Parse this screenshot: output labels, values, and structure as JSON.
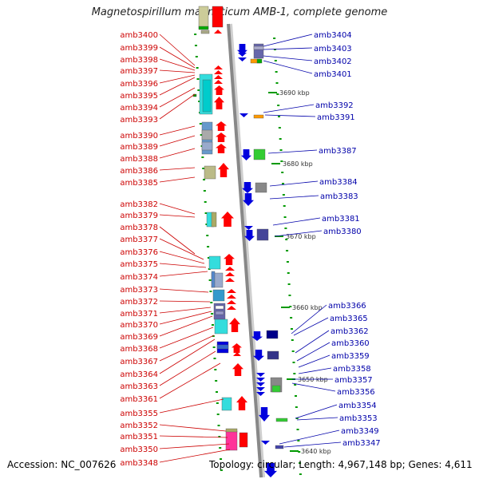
{
  "title": "Magnetospirillum magneticum AMB-1, complete genome",
  "accession": "Accession: NC_007626",
  "topology": "Topology: circular; Length: 4,967,148 bp; Genes: 4,611",
  "colors": {
    "left_label": "#cc0000",
    "right_label": "#0000aa",
    "backbone": "#888888",
    "forward_gene": "#ff0000",
    "reverse_gene": "#0000dd",
    "marker": "#009900"
  },
  "scale_labels": [
    "3690 kbp",
    "3680 kbp",
    "3670 kbp",
    "3660 kbp",
    "3650 kbp",
    "3640 kbp"
  ],
  "left_genes": [
    "amb3400",
    "amb3399",
    "amb3398",
    "amb3397",
    "amb3396",
    "amb3395",
    "amb3394",
    "amb3393",
    "amb3390",
    "amb3389",
    "amb3388",
    "amb3386",
    "amb3385",
    "amb3382",
    "amb3379",
    "amb3378",
    "amb3377",
    "amb3376",
    "amb3375",
    "amb3374",
    "amb3373",
    "amb3372",
    "amb3371",
    "amb3370",
    "amb3369",
    "amb3368",
    "amb3367",
    "amb3364",
    "amb3363",
    "amb3361",
    "amb3355",
    "amb3352",
    "amb3351",
    "amb3350",
    "amb3348"
  ],
  "right_genes": [
    "amb3404",
    "amb3403",
    "amb3402",
    "amb3401",
    "amb3392",
    "amb3391",
    "amb3387",
    "amb3384",
    "amb3383",
    "amb3381",
    "amb3380",
    "amb3366",
    "amb3365",
    "amb3362",
    "amb3360",
    "amb3359",
    "amb3358",
    "amb3357",
    "amb3356",
    "amb3354",
    "amb3353",
    "amb3349",
    "amb3347"
  ]
}
